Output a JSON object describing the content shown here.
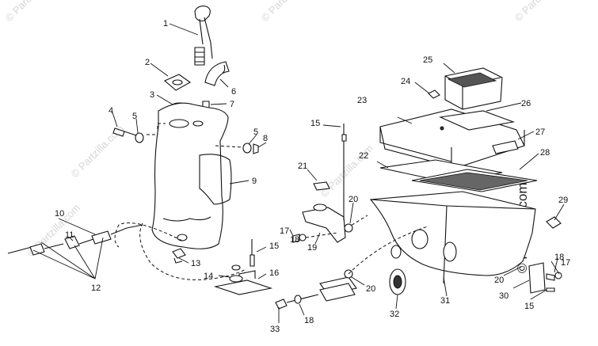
{
  "watermarks": {
    "small": "© Partzilla.com",
    "brand": "© Partzilla.com"
  },
  "callouts": {
    "c1": "1",
    "c2": "2",
    "c3": "3",
    "c4": "4",
    "c5a": "5",
    "c5b": "5",
    "c6": "6",
    "c7": "7",
    "c8": "8",
    "c9": "9",
    "c10": "10",
    "c11": "11",
    "c12": "12",
    "c13": "13",
    "c14": "14",
    "c15a": "15",
    "c15b": "15",
    "c15c": "15",
    "c16": "16",
    "c17a": "17",
    "c17b": "17",
    "c18a": "18",
    "c18b": "18",
    "c18c": "18",
    "c19": "19",
    "c20a": "20",
    "c20b": "20",
    "c20c": "20",
    "c21": "21",
    "c22": "22",
    "c23": "23",
    "c24": "24",
    "c25": "25",
    "c26": "26",
    "c27": "27",
    "c28": "28",
    "c29": "29",
    "c30": "30",
    "c31": "31",
    "c32": "32",
    "c33": "33"
  }
}
